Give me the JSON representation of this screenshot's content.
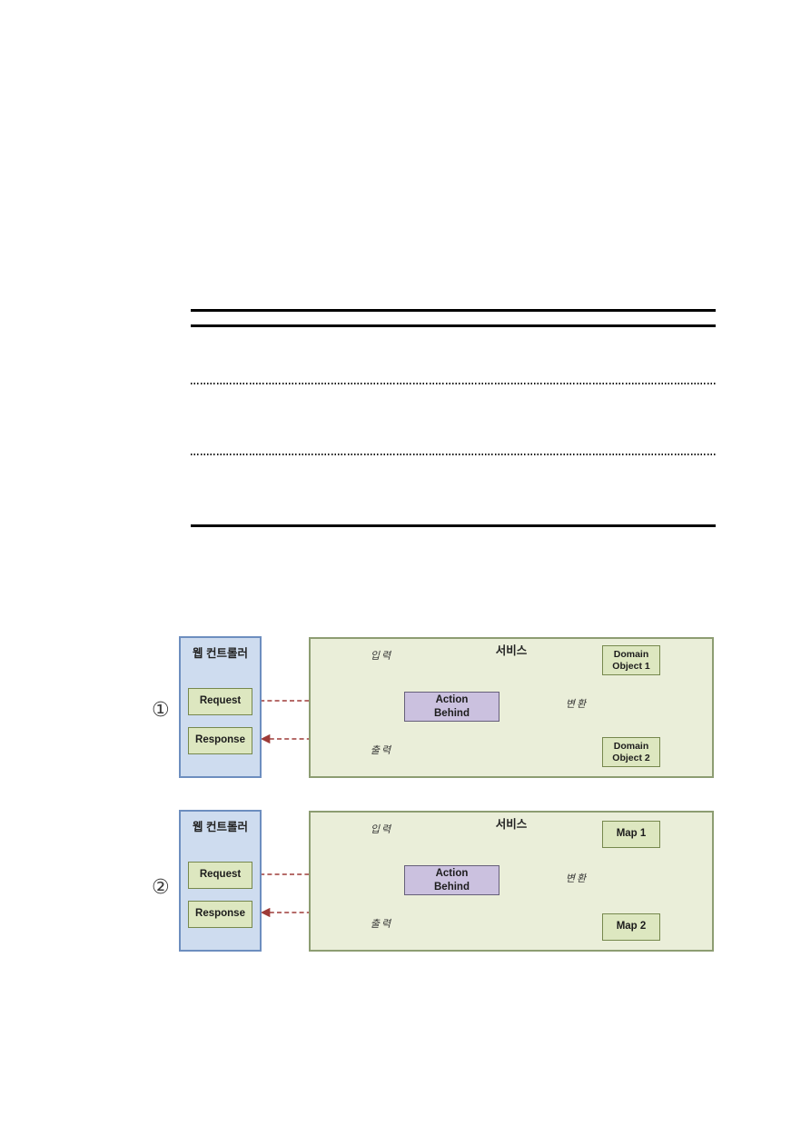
{
  "colors": {
    "controller_fill": "#cedcef",
    "controller_border": "#6d8ebf",
    "service_fill": "#eaeed9",
    "service_border": "#8d9d72",
    "green_box_fill": "#dde7c0",
    "green_box_border": "#76884d",
    "action_box_fill": "#cbc1df",
    "action_box_border": "#665f7a",
    "arrow_color": "#9e3b38",
    "table_line_color": "#000000"
  },
  "diagrams": [
    {
      "number": "①",
      "controller": {
        "title": "웹 컨트롤러",
        "request_label": "Request",
        "response_label": "Response"
      },
      "service": {
        "title": "서비스",
        "action_label": "Action Behind",
        "input_label": "입력",
        "output_label": "출력",
        "transform_label": "변환",
        "outputs": [
          "Domain Object 1",
          "Domain Object 2"
        ]
      }
    },
    {
      "number": "②",
      "controller": {
        "title": "웹 컨트롤러",
        "request_label": "Request",
        "response_label": "Response"
      },
      "service": {
        "title": "서비스",
        "action_label": "Action Behind",
        "input_label": "입력",
        "output_label": "출력",
        "transform_label": "변환",
        "outputs": [
          "Map 1",
          "Map 2"
        ]
      }
    }
  ]
}
